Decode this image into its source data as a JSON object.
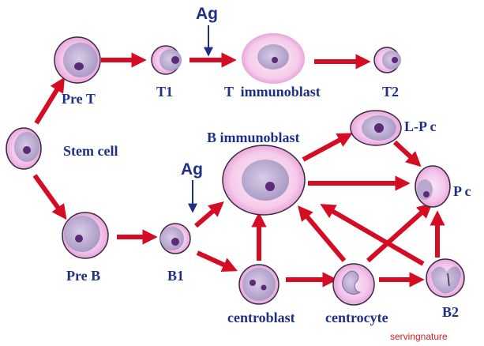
{
  "labels": {
    "pre_t": "Pre T",
    "t1": "T1",
    "t_immunoblast": "T  immunoblast",
    "t2": "T2",
    "stem_cell": "Stem cell",
    "b_immunoblast": "B immunoblast",
    "lpc": "L-P c",
    "pc": "P c",
    "pre_b": "Pre B",
    "b1": "B1",
    "centroblast": "centroblast",
    "centrocyte": "centrocyte",
    "b2": "B2",
    "ag_top": "Ag",
    "ag_b1": "Ag"
  },
  "watermark": "servingnature",
  "colors": {
    "label_text": "#1f2f86",
    "arrow": "#d40d24",
    "ag_arrow": "#1f2f86",
    "cell_outer": "#f4c6ec",
    "cell_inner": "#b7a7cc",
    "nucleus": "#5b2a78",
    "watermark": "#cc2222"
  }
}
